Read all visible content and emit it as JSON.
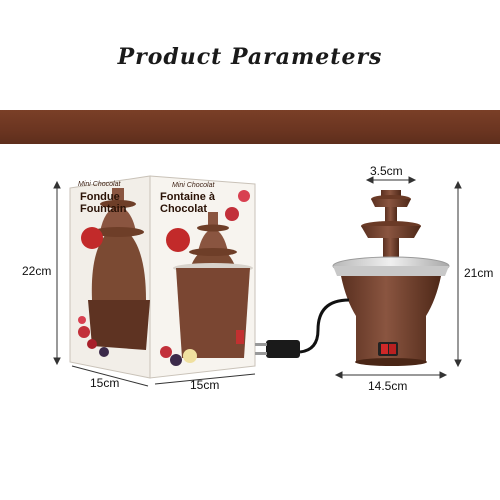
{
  "header": {
    "title": "Product Parameters",
    "band_color": "#6b3521"
  },
  "box": {
    "left_face": {
      "small_label": "Mini Chocolat",
      "title_line1": "Fondue",
      "title_line2": "Fountain"
    },
    "right_face": {
      "small_label": "Mini Chocolat",
      "title_line1": "Fontaine à",
      "title_line2": "Chocolat"
    },
    "dimensions": {
      "height": "22cm",
      "depth": "15cm",
      "width": "15cm"
    }
  },
  "fountain": {
    "dimensions": {
      "top_tier": "3.5cm",
      "height": "21cm",
      "base_width": "14.5cm"
    }
  },
  "colors": {
    "chocolate": "#7b4a33",
    "box_face": "#f3efe9",
    "dimension_line": "#333333"
  }
}
